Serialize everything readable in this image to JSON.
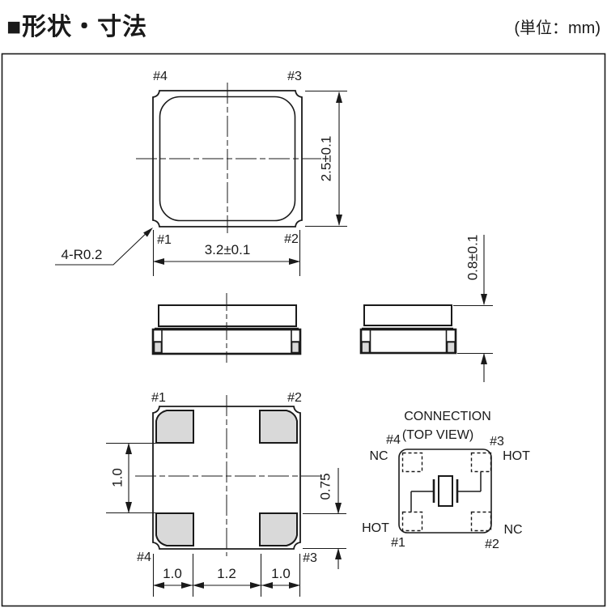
{
  "header": {
    "title": "■形状・寸法",
    "unit_note": "(単位：mm)"
  },
  "top_view": {
    "pin_top_left": "#4",
    "pin_top_right": "#3",
    "pin_bottom_left": "#1",
    "pin_bottom_right": "#2",
    "dim_width": "3.2±0.1",
    "dim_height": "2.5±0.1",
    "corner_radius_note": "4-R0.2"
  },
  "side_view": {
    "dim_height": "0.8±0.1"
  },
  "bottom_view": {
    "pin_top_left": "#1",
    "pin_top_right": "#2",
    "pin_bottom_left": "#4",
    "pin_bottom_right": "#3",
    "dim_pad_span_vertical": "1.0",
    "dim_pad_height": "0.75",
    "dim_pad_width_left": "1.0",
    "dim_pad_gap": "1.2",
    "dim_pad_width_right": "1.0"
  },
  "connection": {
    "title": "CONNECTION",
    "subtitle": "(TOP VIEW)",
    "pin_top_left": "#4",
    "pin_top_right": "#3",
    "pin_bottom_left": "#1",
    "pin_bottom_right": "#2",
    "signal_top_left": "NC",
    "signal_top_right": "HOT",
    "signal_bottom_left": "HOT",
    "signal_bottom_right": "NC"
  },
  "colors": {
    "line": "#1a1a1a",
    "pad_fill": "#d9d9d9"
  }
}
